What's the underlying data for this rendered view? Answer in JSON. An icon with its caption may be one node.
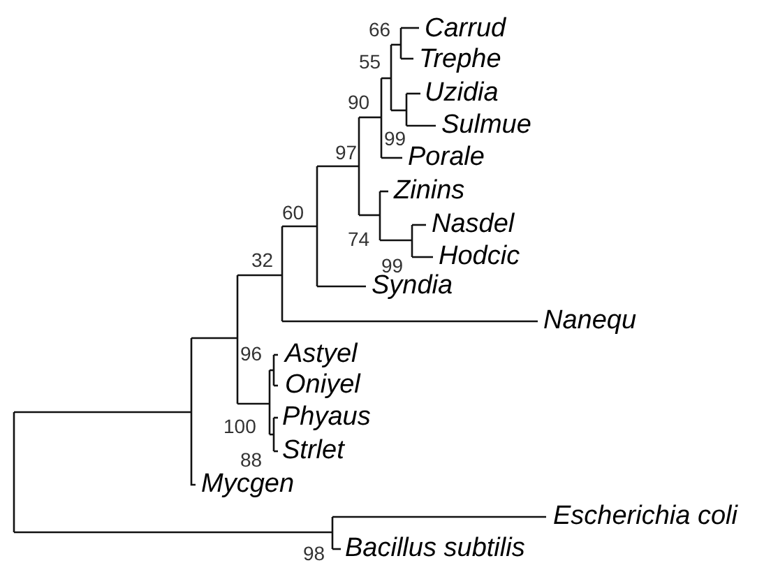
{
  "diagram": {
    "labels": [
      "Carrud",
      "66",
      "Trephe",
      "55",
      "Uzidia",
      "90",
      "Sulmue",
      "99",
      "97",
      "Porale",
      "Zinins",
      "60",
      "Nasdel",
      "74",
      "Hodcic",
      "32",
      "99",
      "Syndia",
      "Nanequ",
      "96",
      "Astyel",
      "Oniyel",
      "Phyaus",
      "100",
      "Strlet",
      "88",
      "Mycgen",
      "Escherichia coli",
      "98",
      "Bacillus subtilis"
    ]
  }
}
